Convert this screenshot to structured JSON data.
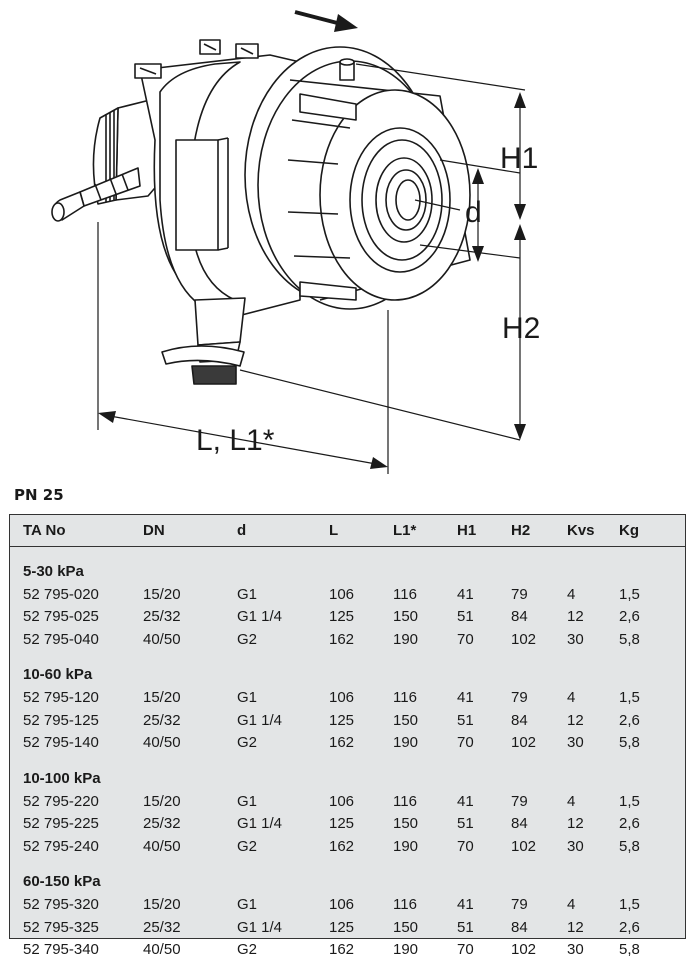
{
  "drawing": {
    "labels": {
      "h1": "H1",
      "h2": "H2",
      "d": "d",
      "l": "L, L1*"
    }
  },
  "pn_label": "PN 25",
  "table": {
    "headers": [
      "TA No",
      "DN",
      "d",
      "L",
      "L1*",
      "H1",
      "H2",
      "Kvs",
      "Kg"
    ],
    "groups": [
      {
        "title": "5-30 kPa",
        "rows": [
          [
            "52 795-020",
            "15/20",
            "G1",
            "106",
            "116",
            "41",
            "79",
            "4",
            "1,5"
          ],
          [
            "52 795-025",
            "25/32",
            "G1 1/4",
            "125",
            "150",
            "51",
            "84",
            "12",
            "2,6"
          ],
          [
            "52 795-040",
            "40/50",
            "G2",
            "162",
            "190",
            "70",
            "102",
            "30",
            "5,8"
          ]
        ]
      },
      {
        "title": "10-60 kPa",
        "rows": [
          [
            "52 795-120",
            "15/20",
            "G1",
            "106",
            "116",
            "41",
            "79",
            "4",
            "1,5"
          ],
          [
            "52 795-125",
            "25/32",
            "G1 1/4",
            "125",
            "150",
            "51",
            "84",
            "12",
            "2,6"
          ],
          [
            "52 795-140",
            "40/50",
            "G2",
            "162",
            "190",
            "70",
            "102",
            "30",
            "5,8"
          ]
        ]
      },
      {
        "title": "10-100 kPa",
        "rows": [
          [
            "52 795-220",
            "15/20",
            "G1",
            "106",
            "116",
            "41",
            "79",
            "4",
            "1,5"
          ],
          [
            "52 795-225",
            "25/32",
            "G1 1/4",
            "125",
            "150",
            "51",
            "84",
            "12",
            "2,6"
          ],
          [
            "52 795-240",
            "40/50",
            "G2",
            "162",
            "190",
            "70",
            "102",
            "30",
            "5,8"
          ]
        ]
      },
      {
        "title": "60-150 kPa",
        "rows": [
          [
            "52 795-320",
            "15/20",
            "G1",
            "106",
            "116",
            "41",
            "79",
            "4",
            "1,5"
          ],
          [
            "52 795-325",
            "25/32",
            "G1 1/4",
            "125",
            "150",
            "51",
            "84",
            "12",
            "2,6"
          ],
          [
            "52 795-340",
            "40/50",
            "G2",
            "162",
            "190",
            "70",
            "102",
            "30",
            "5,8"
          ]
        ]
      }
    ]
  }
}
